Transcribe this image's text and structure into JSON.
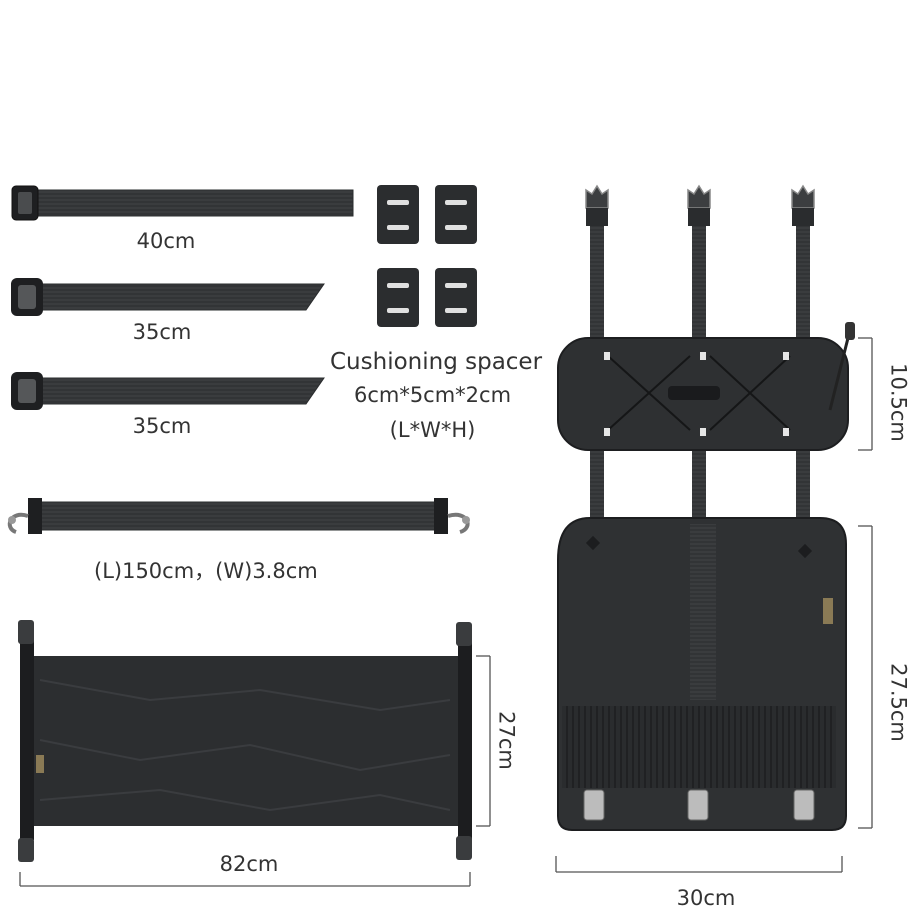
{
  "straps": {
    "strap_40": "40cm",
    "strap_35_a": "35cm",
    "strap_35_b": "35cm",
    "shoulder_strap": "(L)150cm，(W)3.8cm"
  },
  "spacer": {
    "title": "Cushioning spacer",
    "size": "6cm*5cm*2cm",
    "dims": "(L*W*H)"
  },
  "roll_bag": {
    "length": "82cm",
    "height": "27cm"
  },
  "main_panel": {
    "upper_height": "10.5cm",
    "lower_height": "27.5cm",
    "width": "30cm"
  },
  "colors": {
    "fabric": "#2f3133",
    "fabric_dark": "#1f2022",
    "webbing": "#3a3c3e",
    "dim_line": "#555555",
    "text": "#333333"
  }
}
